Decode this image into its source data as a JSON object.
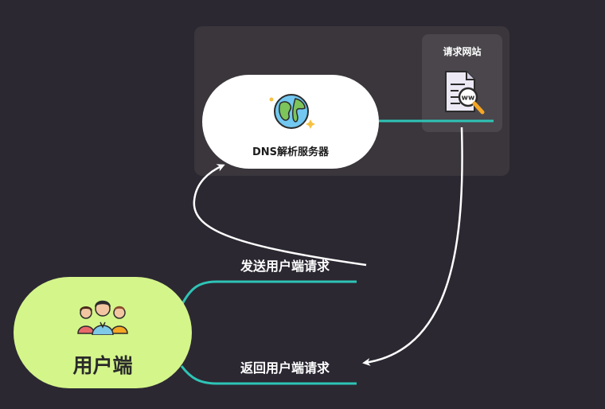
{
  "nodes": {
    "dns_server": {
      "label": "DNS解析服务器",
      "icon": "globe-icon"
    },
    "website": {
      "label": "请求网站",
      "icon": "web-document-search-icon"
    },
    "user": {
      "label": "用户端",
      "icon": "user-group-icon"
    }
  },
  "branches": {
    "send_request": "发送用户端请求",
    "return_request": "返回用户端请求"
  },
  "colors": {
    "background": "#2c2832",
    "panel": "#3a363c",
    "card": "#4a464c",
    "connector": "#2ec4b6",
    "user_node": "#d4f58a",
    "dns_node": "#ffffff",
    "arrow": "#ffffff"
  }
}
